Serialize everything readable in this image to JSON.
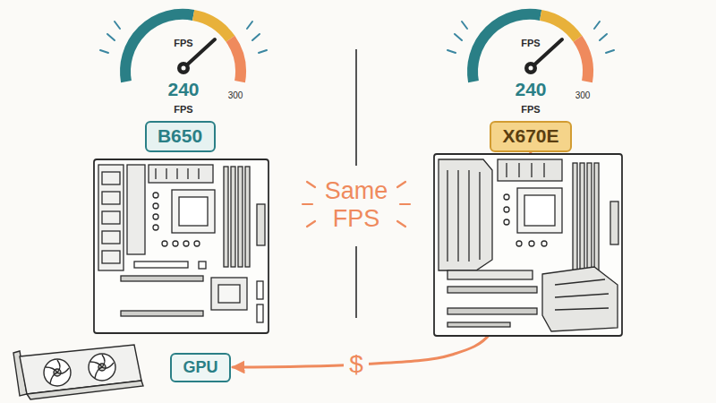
{
  "diagram": {
    "nodes": [
      {
        "text": [
          "B650"
        ]
      },
      {
        "text": [
          "X670E"
        ]
      },
      {
        "text": [
          "GPU"
        ]
      }
    ],
    "edges": [
      {
        "from": 1,
        "to": 2,
        "arrow": "to",
        "label": "$"
      }
    ],
    "labels": [
      "FPS",
      "240",
      "FPS",
      "300",
      "FPS",
      "240",
      "FPS",
      "300",
      "Same FPS"
    ]
  }
}
